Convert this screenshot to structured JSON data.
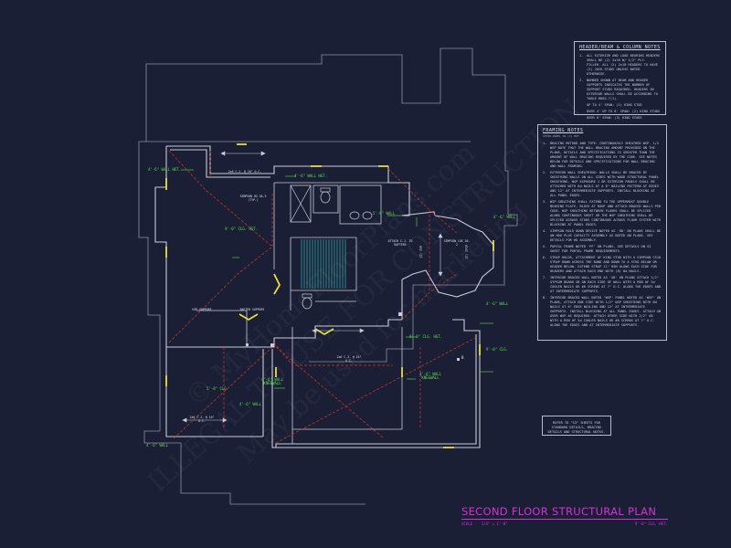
{
  "plan": {
    "title": "SECOND FLOOR STRUCTURAL PLAN",
    "scale_label": "SCALE",
    "scale_value": "1/4\" = 1'-0\"",
    "ceiling_height": "9'-0\" CLG. HGT."
  },
  "colors": {
    "background": "#1b1f36",
    "walls": "#c9cbd8",
    "bearing_dash": "#d93232",
    "header_yellow": "#e6e03a",
    "label_green": "#59e04a",
    "title_magenta": "#d630d6",
    "stair_cyan": "#3fd2c8"
  },
  "headers_notes": {
    "title": "HEADER/BEAM & COLUMN NOTES",
    "items": [
      {
        "num": "1.",
        "text": "ALL EXTERIOR AND LOAD BEARING HEADERS SHALL BE (2) 2x10 W/ 1/2\" PLY. FILLER. ALL (2) 2x10 HEADERS TO HAVE (2) JACK STUDS UNLESS NOTED OTHERWISE."
      },
      {
        "num": "2.",
        "text": "NUMBER SHOWN AT BEAM AND HEADER SUPPORTS INDICATES THE NUMBER OF SUPPORT STUDS REQUIRED. HEADERS IN EXTERIOR WALLS SHALL BE ACCORDING TO TABLE R602.7(1)."
      },
      {
        "num": "",
        "text": "UP TO 4' SPAN: (1) KING STUD"
      },
      {
        "num": "",
        "text": "OVER 4' UP TO 8' SPAN: (2) KING STUDS"
      },
      {
        "num": "",
        "text": "OVER 8' SPAN: (3) KING STUDS"
      }
    ]
  },
  "framing_notes": {
    "title": "FRAMING NOTES",
    "subtitle": "STATE PANEL OR (C) REF",
    "items": [
      {
        "num": "1.",
        "text": "BRACING METHOD AND TYPE: CONTINUOUSLY SHEATHED WSP. 1/2 WSP NOTE THAT THE WALL BRACING AMOUNT PROVIDED ON THE PLANS, DETAILS AND SPECIFICATIONS IS GREATER THAN THE AMOUNT OF WALL BRACING REQUIRED BY THE CODE. SEE NOTES BELOW FOR DETAILS AND SPECIFICATIONS FOR WALL BRACING AND WALL FRAMING."
      },
      {
        "num": "2.",
        "text": "EXTERIOR WALL SHEATHING: WALLS SHALL BE BRACED BY SHEATHING WALLS ON ALL SIDES WITH WOOD STRUCTURAL PANEL SHEATHING. WSP EXPOSURE 1 OR EXTERIOR PANELS SHALL BE ATTACHED WITH 8d NAILS AT A 6\" NAILING PATTERN AT EDGES AND 12\" AT INTERMEDIATE SUPPORTS. INSTALL BLOCKING AT ALL PANEL EDGES."
      },
      {
        "num": "3.",
        "text": "WSP SHEATHING SHALL EXTEND TO THE UPPERMOST DOUBLE BEARING PLATE, BLOCK AT ROOF AND ATTACH BRACED WALLS PER CODE. WSP SHEATHING BETWEEN FLOORS SHALL BE SPLICED ALONG CONTINUOUS SHEET OR THE WSP SHEATHING SHALL BE SPLICED ACROSS STUDS CONTINUOUS ACROSS FLOOR SYSTEM WITH BLOCKING AT PANEL EDGES."
      },
      {
        "num": "4.",
        "text": "SIMPSON HOLD DOWN DEVICE NOTED AS 'HD' ON PLANS SHALL BE AN HDU PLUS CAPACITY ASSEMBLY AS NOTED ON PLANS. SEE DETAILS FOR HD ASSEMBLY."
      },
      {
        "num": "5.",
        "text": "PORTAL FRAME NOTED 'PF' ON PLANS, SEE DETAILS ON S3 SHEET FOR PORTAL FRAME REQUIREMENTS."
      },
      {
        "num": "6.",
        "text": "STRAP HOLDS, ATTACHMENT OF KING STUD WITH A SIMPSON CS16 STRAP DOWN ACROSS THE BAND AND DOWN TO A STUD BELOW OR HEADER BELOW. EXTEND STRAP 11\" MIN ALONG EACH SIDE FOR HEADERS AND ATTACH EACH END WITH (8) 8d NAILS."
      },
      {
        "num": "7.",
        "text": "INTERIOR BRACED WALL NOTED AS 'GB' ON PLANS ATTACH 1/2\" GYPSUM BOARD GB ON EACH SIDE OF WALL WITH A MIN OF 5d COOLER NAILS OR #6 SCREWS AT 7\" O.C. ALONG THE EDGES AND AT INTERMEDIATE SUPPORTS."
      },
      {
        "num": "8.",
        "text": "INTERIOR BRACED WALL NOTED 'WSP' PANEL NOTED AS 'WSP' ON PLANS, ATTACH ONE SIDE WITH 1/2\" WSP SHEATHING WITH 8d NAILS AT 6\" EDGE NAILING AND 12\" AT INTERMEDIATE SUPPORTS. INSTALL BLOCKING AT ALL PANEL EDGES. ATTACH GB OVER WSP AS REQUIRED. ATTACH OTHER SIDE WITH 1/2\" GB WITH A MIN OF 5d COOLER NAILS OR #6 SCREWS AT 7\" O.C. ALONG THE EDGES AND AT INTERMEDIATE SUPPORTS."
      }
    ]
  },
  "refer_note": "REFER TO \"S3\" SHEETS FOR STANDARD DETAILS, BRACING DETAILS AND STRUCTURAL NOTES.",
  "watermark": {
    "line1": "© MyHomeFloorPlans.com",
    "line2": "ILLEGAL TO USE FOR CONSTRUCTION",
    "line3": "May be used for marketing"
  },
  "labels": {
    "wall_hgt_4_6_left": "4'-6\" WALL HGT.",
    "wall_hgt_4_6_mid": "4'-6\" WALL HGT.",
    "wall_hgt_5_8": "5'-8\" WALL",
    "wall_4_6_right": "4'-6\" WALL",
    "wall_4_6_lower": "4'-6\" WALL",
    "clg_hgt_9_0_left": "9'-0\" CLG. HGT.",
    "clg_hgt_9_0_right": "9'-0\" CLG. HGT.",
    "clg_9_0_right2": "9'-0\" CLG.",
    "clg_5_8_left": "5'-8\" CLG.",
    "wall_4_6_bottom": "4'-6\" WALL",
    "wall_4_6_bottom_right": "4'-6\" WALL",
    "wall_kneewall_left": "4'-6\" WALL KNEEWALL",
    "wall_kneewall_right": "4'-6\" WALL KNEEWALL",
    "joist_top": "2x6 C.J. @ 16\" O.C.",
    "joist_mid": "2x6 C.J. @ 16\" O.C.",
    "joist_bottom": "2x6 C.J. @ 16\" O.C.",
    "simpson_left": "SIMPSON H2.5A-3 (TYP.)",
    "simpson_right": "SIMPSON LUS 26-2",
    "attach_cj": "ATTACH C.J. TO RAFTERS",
    "hip_support": "HIP SUPPORT",
    "rafter_support": "RAFTER SUPPORT",
    "dbl_2x8": "(2) 2x8",
    "dbl_2x10": "(2) 2x10",
    "b_marker": "B"
  }
}
